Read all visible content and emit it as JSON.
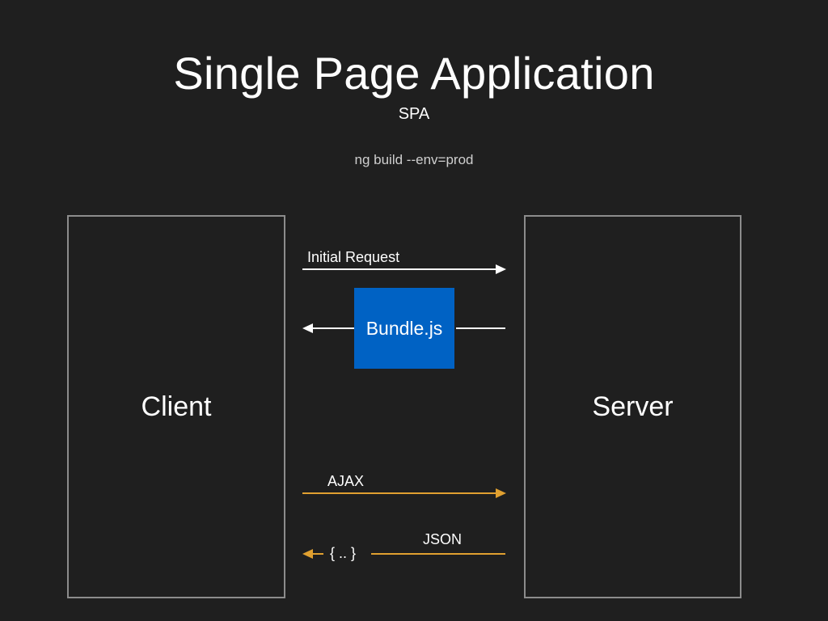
{
  "title": "Single Page Application",
  "subtitle": "SPA",
  "command": "ng build --env=prod",
  "nodes": {
    "client": "Client",
    "server": "Server"
  },
  "messages": {
    "initial_request": "Initial Request",
    "bundle": "Bundle.js",
    "ajax": "AJAX",
    "json": "JSON",
    "json_payload": "{ .. }"
  },
  "colors": {
    "background": "#1f1f1f",
    "text": "#ffffff",
    "box_border": "#8c8c8c",
    "bundle_fill": "#0062c4",
    "async_arrow": "#e0a030"
  }
}
